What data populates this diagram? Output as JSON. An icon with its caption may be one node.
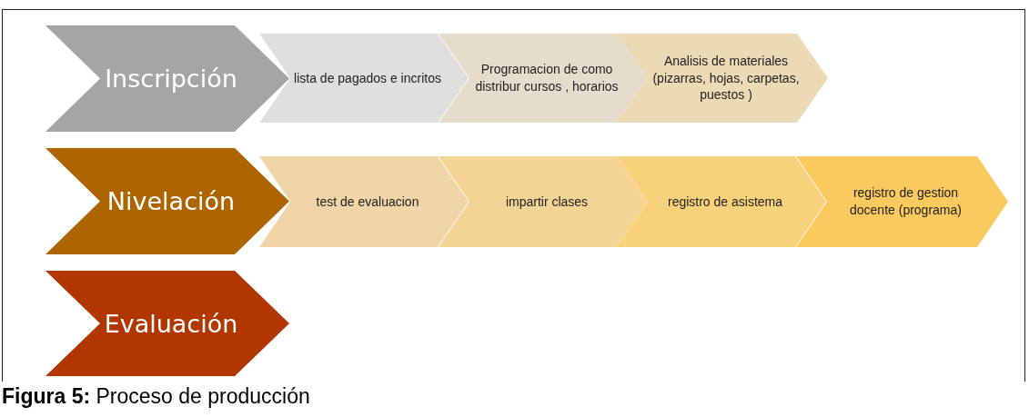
{
  "diagram": {
    "caption": "**Figura 5:** Proceso de producción",
    "nodes": [
      {
        "text": [
          "Inscripción"
        ]
      },
      {
        "text": [
          "lista de pagados e incritos"
        ]
      },
      {
        "text": [
          "Programacion de como distribur cursos , horarios"
        ]
      },
      {
        "text": [
          "Analisis de materiales (pizarras, hojas, carpetas, puestos )"
        ]
      },
      {
        "text": [
          "Nivelación"
        ]
      },
      {
        "text": [
          "test de evaluacion"
        ]
      },
      {
        "text": [
          "impartir clases"
        ]
      },
      {
        "text": [
          "registro de asistema"
        ]
      },
      {
        "text": [
          "registro de gestion docente (programa)"
        ]
      },
      {
        "text": [
          "Evaluación"
        ]
      }
    ]
  }
}
